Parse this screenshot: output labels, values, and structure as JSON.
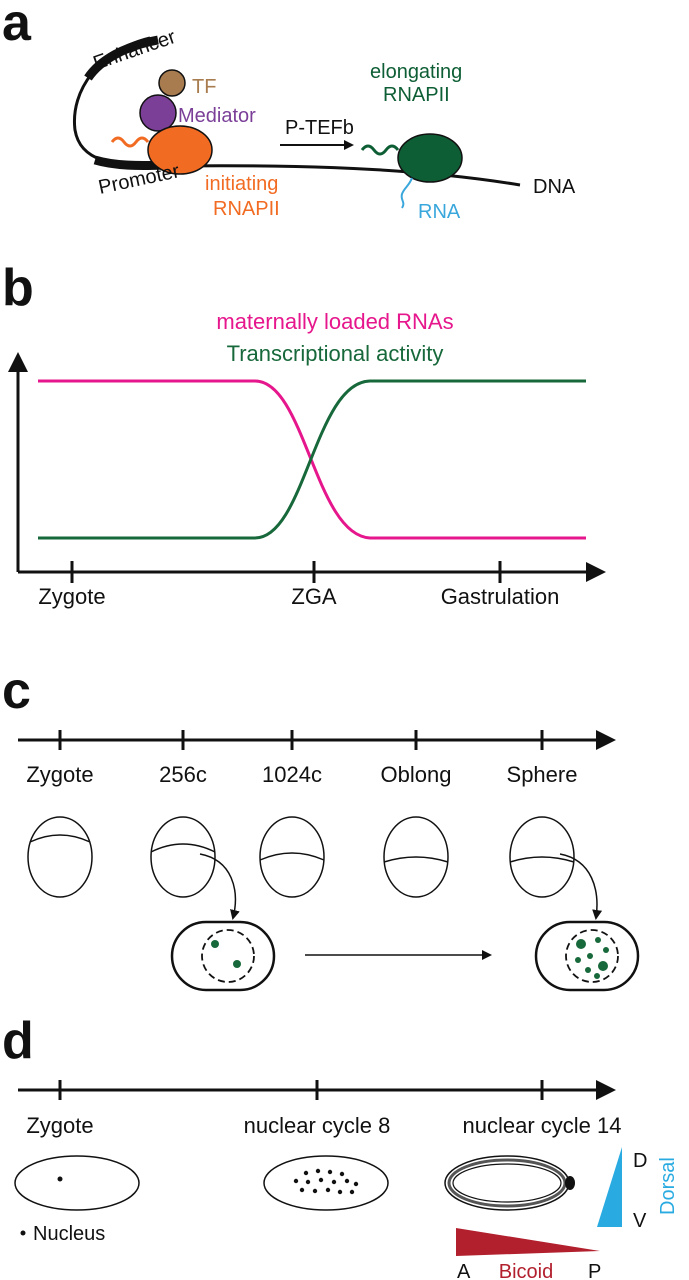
{
  "colors": {
    "black": "#111111",
    "tf": "#a87c4f",
    "mediator": "#7b3f98",
    "initiating": "#f26b22",
    "elongating": "#0e5e35",
    "rna": "#3aa7dc",
    "maternal": "#e6168c",
    "transcription": "#17683a",
    "nuclei": "#17683a",
    "bicoid": "#b21f2d",
    "dorsal": "#29abe2"
  },
  "panel_a": {
    "letter": "a",
    "enhancer": "Enhancer",
    "tf": "TF",
    "mediator": "Mediator",
    "promoter": "Promoter",
    "initiating_1": "initiating",
    "initiating_2": "RNAPII",
    "elongating_1": "elongating",
    "elongating_2": "RNAPII",
    "ptefb": "P-TEFb",
    "rna": "RNA",
    "dna": "DNA"
  },
  "panel_b": {
    "letter": "b",
    "chart_data": {
      "type": "line",
      "title": "",
      "xlabel": "",
      "ylabel": "",
      "x_ticks": [
        "Zygote",
        "ZGA",
        "Gastrulation"
      ],
      "series": [
        {
          "name": "maternally loaded RNAs",
          "trend": "high before ZGA, falls to low after ZGA"
        },
        {
          "name": "Transcriptional activity",
          "trend": "low before ZGA, rises to high after ZGA"
        }
      ],
      "legend": "top-center",
      "grid": false
    }
  },
  "panel_c": {
    "letter": "c",
    "stages": [
      "Zygote",
      "256c",
      "1024c",
      "Oblong",
      "Sphere"
    ]
  },
  "panel_d": {
    "letter": "d",
    "stages": [
      "Zygote",
      "nuclear cycle 8",
      "nuclear cycle 14"
    ],
    "nucleus_legend": "Nucleus",
    "d_label": "D",
    "v_label": "V",
    "dorsal": "Dorsal",
    "a_label": "A",
    "bicoid": "Bicoid",
    "p_label": "P"
  }
}
